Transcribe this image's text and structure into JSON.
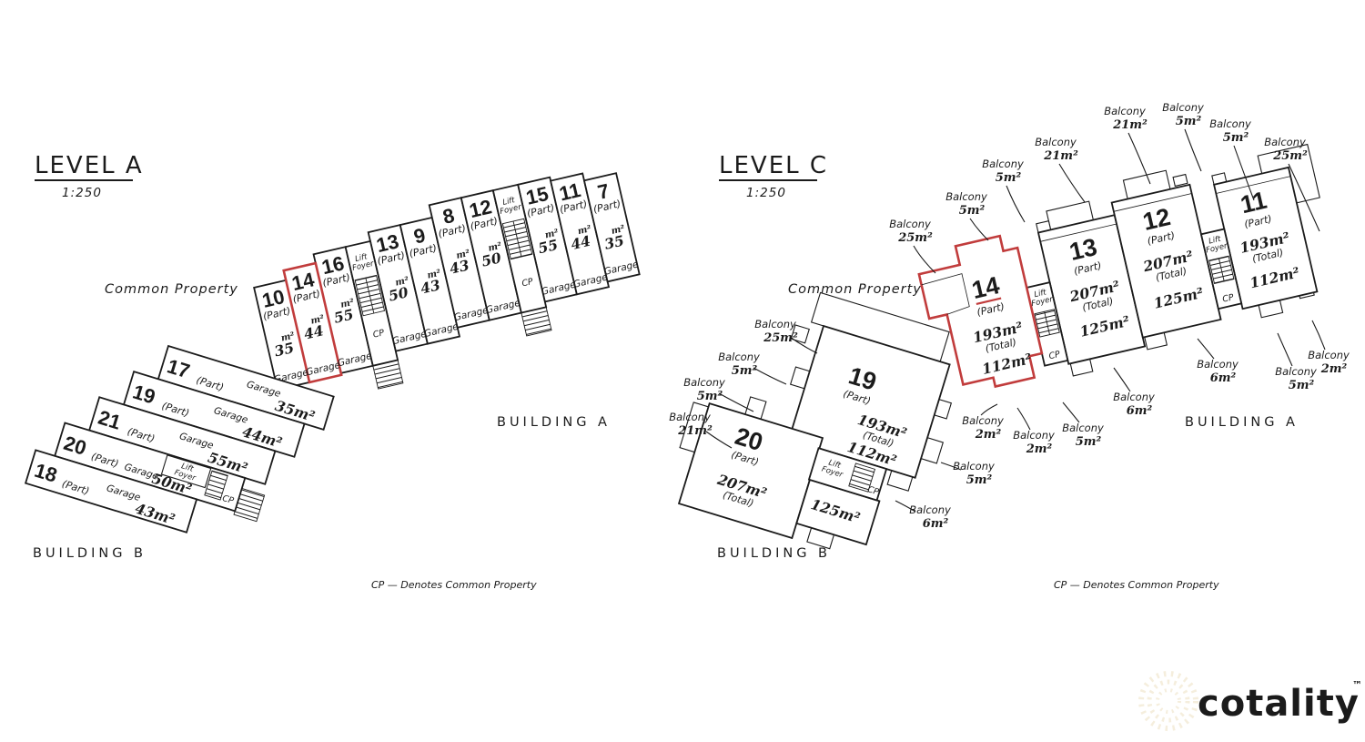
{
  "colors": {
    "line": "#1b1b1b",
    "highlight_red": "#c13c3c",
    "watermark": "#f6efe1"
  },
  "watermark": {
    "brand": "cotality",
    "tm": "™"
  },
  "level_a": {
    "title": "LEVEL A",
    "scale": "1:250",
    "common_property": "Common Property",
    "building_a_label": "BUILDING A",
    "building_b_label": "BUILDING B",
    "cp_note": "CP — Denotes Common Property",
    "lift": {
      "l1": "Lift",
      "l2": "Foyer",
      "cp": "CP"
    },
    "garages_a": [
      {
        "lot": "10",
        "part": "(Part)",
        "sq": "m²",
        "area": "35",
        "type": "Garage"
      },
      {
        "lot": "14",
        "part": "(Part)",
        "sq": "m²",
        "area": "44",
        "type": "Garage"
      },
      {
        "lot": "16",
        "part": "(Part)",
        "sq": "m²",
        "area": "55",
        "type": "Garage"
      },
      {
        "lot": "13",
        "part": "(Part)",
        "sq": "m²",
        "area": "50",
        "type": "Garage"
      },
      {
        "lot": "9",
        "part": "(Part)",
        "sq": "m²",
        "area": "43",
        "type": "Garage"
      },
      {
        "lot": "8",
        "part": "(Part)",
        "sq": "m²",
        "area": "43",
        "type": "Garage"
      },
      {
        "lot": "12",
        "part": "(Part)",
        "sq": "m²",
        "area": "50",
        "type": "Garage"
      },
      {
        "lot": "15",
        "part": "(Part)",
        "sq": "m²",
        "area": "55",
        "type": "Garage"
      },
      {
        "lot": "11",
        "part": "(Part)",
        "sq": "m²",
        "area": "44",
        "type": "Garage"
      },
      {
        "lot": "7",
        "part": "(Part)",
        "sq": "m²",
        "area": "35",
        "type": "Garage"
      }
    ],
    "garages_b": [
      {
        "lot": "17",
        "part": "(Part)",
        "type": "Garage",
        "area": "35m²"
      },
      {
        "lot": "19",
        "part": "(Part)",
        "type": "Garage",
        "area": "44m²"
      },
      {
        "lot": "21",
        "part": "(Part)",
        "type": "Garage",
        "area": "55m²"
      },
      {
        "lot": "20",
        "part": "(Part)",
        "type": "Garage",
        "area": "50m²"
      },
      {
        "lot": "18",
        "part": "(Part)",
        "type": "Garage",
        "area": "43m²"
      }
    ]
  },
  "level_c": {
    "title": "LEVEL C",
    "scale": "1:250",
    "common_property": "Common Property",
    "building_a_label": "BUILDING A",
    "building_b_label": "BUILDING B",
    "cp_note": "CP — Denotes Common Property",
    "lift": {
      "l1": "Lift",
      "l2": "Foyer",
      "cp": "CP"
    },
    "units_a": [
      {
        "lot": "14",
        "part": "(Part)",
        "total": "193m²",
        "total_label": "(Total)",
        "inner": "112m²"
      },
      {
        "lot": "13",
        "part": "(Part)",
        "total": "207m²",
        "total_label": "(Total)",
        "inner": "125m²"
      },
      {
        "lot": "12",
        "part": "(Part)",
        "total": "207m²",
        "total_label": "(Total)",
        "inner": "125m²"
      },
      {
        "lot": "11",
        "part": "(Part)",
        "total": "193m²",
        "total_label": "(Total)",
        "inner": "112m²"
      }
    ],
    "units_b": [
      {
        "lot": "20",
        "part": "(Part)",
        "total": "207m²",
        "total_label": "(Total)",
        "inner": "125m²"
      },
      {
        "lot": "19",
        "part": "(Part)",
        "total": "193m²",
        "total_label": "(Total)",
        "inner": "112m²"
      }
    ],
    "balconies_a": [
      {
        "label": "Balcony",
        "area": "25m²"
      },
      {
        "label": "Balcony",
        "area": "5m²"
      },
      {
        "label": "Balcony",
        "area": "5m²"
      },
      {
        "label": "Balcony",
        "area": "21m²"
      },
      {
        "label": "Balcony",
        "area": "21m²"
      },
      {
        "label": "Balcony",
        "area": "5m²"
      },
      {
        "label": "Balcony",
        "area": "5m²"
      },
      {
        "label": "Balcony",
        "area": "25m²"
      },
      {
        "label": "Balcony",
        "area": "2m²"
      },
      {
        "label": "Balcony",
        "area": "5m²"
      },
      {
        "label": "Balcony",
        "area": "6m²"
      },
      {
        "label": "Balcony",
        "area": "6m²"
      },
      {
        "label": "Balcony",
        "area": "5m²"
      },
      {
        "label": "Balcony",
        "area": "2m²"
      },
      {
        "label": "Balcony",
        "area": "2m²"
      }
    ],
    "balconies_b": [
      {
        "label": "Balcony",
        "area": "25m²"
      },
      {
        "label": "Balcony",
        "area": "5m²"
      },
      {
        "label": "Balcony",
        "area": "5m²"
      },
      {
        "label": "Balcony",
        "area": "21m²"
      },
      {
        "label": "Balcony",
        "area": "5m²"
      },
      {
        "label": "Balcony",
        "area": "6m²"
      }
    ]
  }
}
